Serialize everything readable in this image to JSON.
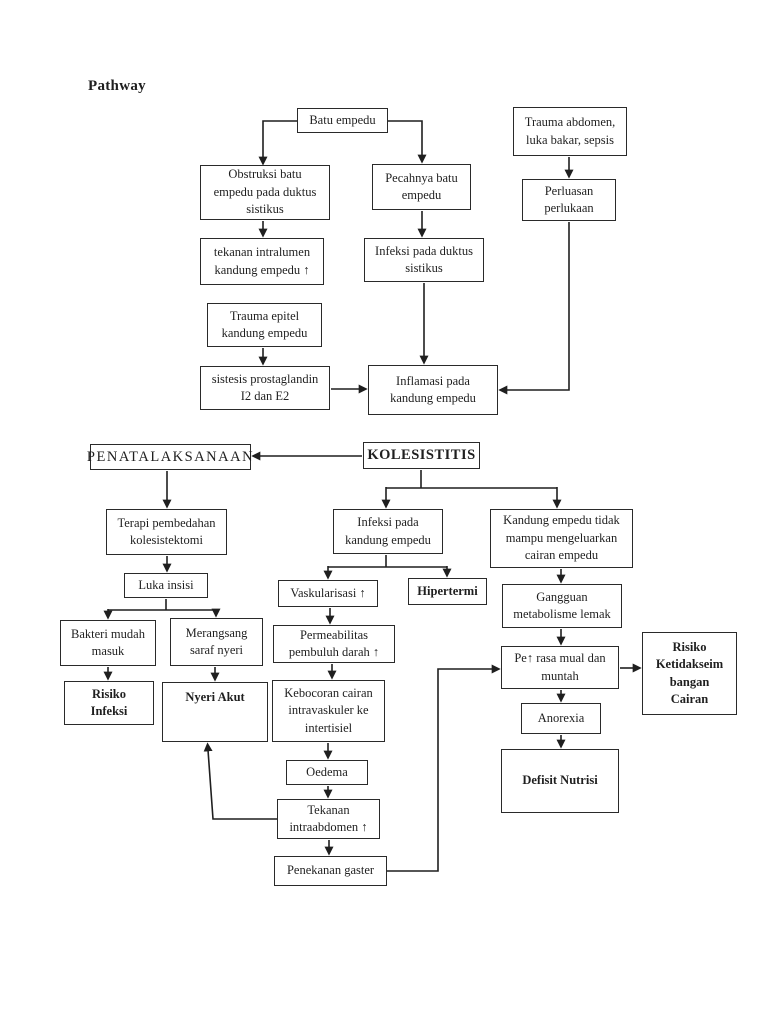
{
  "page": {
    "title": "Pathway"
  },
  "colors": {
    "ink": "#1f1f1f",
    "paper": "#ffffff"
  },
  "nodes": {
    "batu_empedu": {
      "label": "Batu empedu"
    },
    "trauma_abdomen": {
      "label": "Trauma abdomen,\nluka bakar, sepsis"
    },
    "obstruksi": {
      "label": "Obstruksi batu\nempedu pada duktus\nsistikus"
    },
    "pecahnya": {
      "label": "Pecahnya batu\nempedu"
    },
    "perluasan": {
      "label": "Perluasan\nperlukaan"
    },
    "tekanan_intralumen": {
      "label": "tekanan intralumen\nkandung empedu ↑"
    },
    "infeksi_duktus": {
      "label": "Infeksi pada duktus\nsistikus"
    },
    "trauma_epitel": {
      "label": "Trauma epitel\nkandung empedu"
    },
    "sistesis": {
      "label": "sistesis prostaglandin\nI2 dan E2"
    },
    "inflamasi": {
      "label": "Inflamasi pada\nkandung empedu"
    },
    "penatalaksanaan": {
      "label": "PENATALAKSANAAN"
    },
    "kolesistitis": {
      "label": "KOLESISTITIS"
    },
    "terapi": {
      "label": "Terapi pembedahan\nkolesistektomi"
    },
    "infeksi_kandung": {
      "label": "Infeksi pada\nkandung empedu"
    },
    "kandung_tidak": {
      "label": "Kandung empedu tidak\nmampu mengeluarkan\ncairan empedu"
    },
    "luka_insisi": {
      "label": "Luka insisi"
    },
    "vaskularisasi": {
      "label": "Vaskularisasi ↑"
    },
    "hipertermi": {
      "label": "Hipertermi"
    },
    "gangguan": {
      "label": "Gangguan\nmetabolisme lemak"
    },
    "bakteri": {
      "label": "Bakteri mudah\nmasuk"
    },
    "merangsang": {
      "label": "Merangsang\nsaraf nyeri"
    },
    "permeabilitas": {
      "label": "Permeabilitas\npembuluh darah ↑"
    },
    "risiko_infeksi": {
      "label": "Risiko\nInfeksi"
    },
    "nyeri_akut": {
      "label": "Nyeri Akut"
    },
    "kebocoran": {
      "label": "Kebocoran cairan\nintravaskuler ke\nintertisiel"
    },
    "pe_mual": {
      "label": "Pe↑ rasa mual dan\nmuntah"
    },
    "risiko_cairan": {
      "label": "Risiko\nKetidakseim\nbangan\nCairan"
    },
    "anorexia": {
      "label": "Anorexia"
    },
    "oedema": {
      "label": "Oedema"
    },
    "defisit_nutrisi": {
      "label": "Defisit Nutrisi"
    },
    "tekanan_intra": {
      "label": "Tekanan\nintraabdomen ↑"
    },
    "penekanan_gaster": {
      "label": "Penekanan gaster"
    }
  }
}
